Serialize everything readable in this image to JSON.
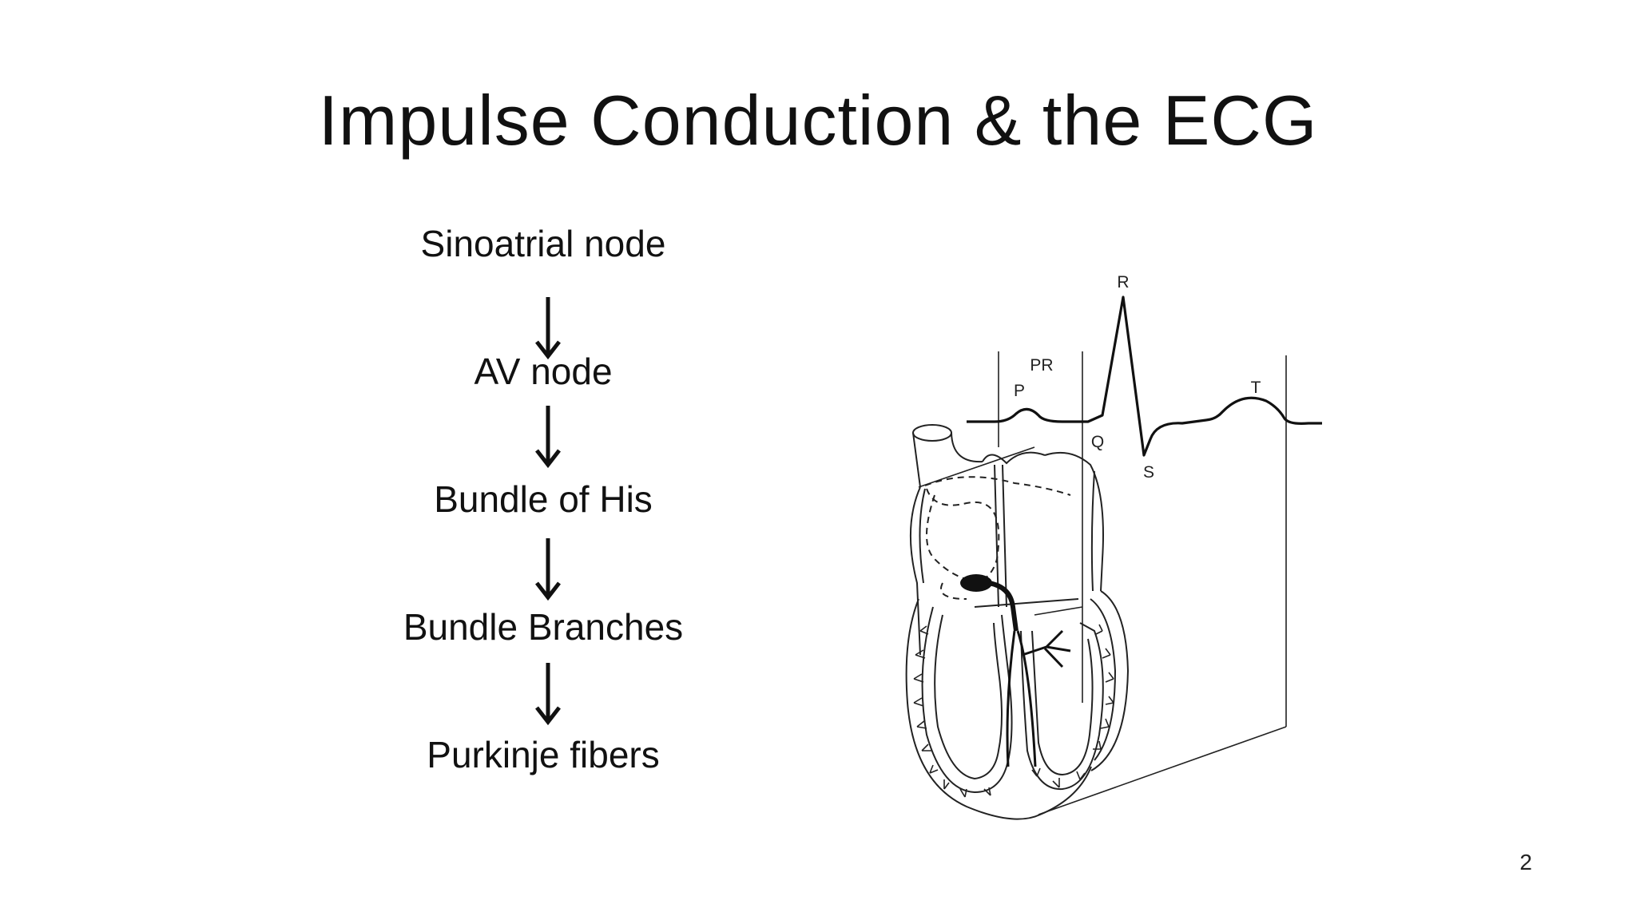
{
  "slide": {
    "title": "Impulse Conduction & the ECG",
    "page_number": "2"
  },
  "conduction_steps": [
    {
      "label": "Sinoatrial node"
    },
    {
      "label": "AV node"
    },
    {
      "label": "Bundle of His"
    },
    {
      "label": "Bundle Branches"
    },
    {
      "label": "Purkinje fibers"
    }
  ],
  "ecg_labels": {
    "p": "P",
    "pr": "PR",
    "q": "Q",
    "r": "R",
    "s": "S",
    "t": "T"
  }
}
